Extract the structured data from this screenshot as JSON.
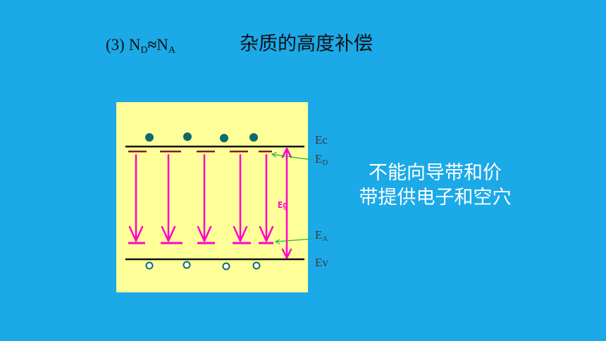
{
  "slide": {
    "heading": {
      "item_number": "(3)",
      "donor_symbol": "N",
      "donor_subscript": "D",
      "relation": "≈",
      "acceptor_symbol": "N",
      "acceptor_subscript": "A",
      "topic": "杂质的高度补偿"
    },
    "diagram": {
      "labels": {
        "conduction_band": "Ec",
        "donor_level_symbol": "E",
        "donor_level_subscript": "D",
        "acceptor_level_symbol": "E",
        "acceptor_level_subscript": "A",
        "valence_band": "Ev",
        "band_gap": "Eg"
      },
      "colors": {
        "background": "#1BA9E8",
        "panel": "#FFFF99",
        "band_edge": "#111111",
        "donor_level": "#8B1C1C",
        "transition": "#FF00CC",
        "carrier": "#0B6B6B",
        "hole_fill": "#FFFFFF",
        "leader": "#22B14C"
      }
    },
    "explanation": {
      "line_1": "不能向导带和价",
      "line_2": "带提供电子和空穴"
    }
  }
}
